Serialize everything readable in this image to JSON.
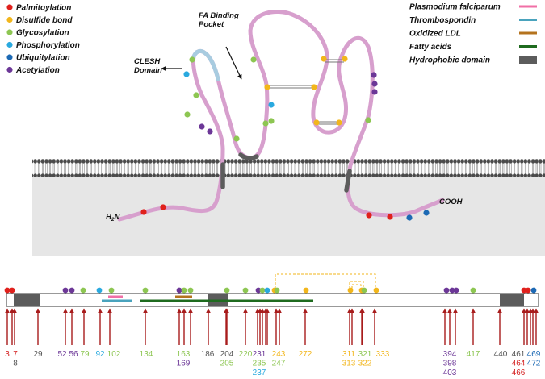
{
  "legend_ptm": [
    {
      "label": "Palmitoylation",
      "color": "#e0201c"
    },
    {
      "label": "Disulfide bond",
      "color": "#f2b61b"
    },
    {
      "label": "Glycosylation",
      "color": "#8dc652"
    },
    {
      "label": "Phosphorylation",
      "color": "#29a9df"
    },
    {
      "label": "Ubiquitylation",
      "color": "#1c69b4"
    },
    {
      "label": "Acetylation",
      "color": "#6c3797"
    }
  ],
  "legend_binding": [
    {
      "label": "Plasmodium falciparum",
      "color": "#f06fa6",
      "icon": "line"
    },
    {
      "label": "Thrombospondin",
      "color": "#4aa3bd",
      "icon": "line"
    },
    {
      "label": "Oxidized LDL",
      "color": "#b4731e",
      "icon": "line"
    },
    {
      "label": "Fatty acids",
      "color": "#1f6b1f",
      "icon": "line"
    },
    {
      "label": "Hydrophobic domain",
      "color": "#5c5c5c",
      "icon": "block"
    }
  ],
  "annotations": {
    "clesh_line1": "CLESH",
    "clesh_line2": "Domain",
    "fa_line1": "FA Binding",
    "fa_line2": "Pocket",
    "n_term": "H",
    "n_term_sub": "2",
    "n_term_end": "N",
    "c_term": "COOH"
  },
  "colors": {
    "protein_chain": "#d79fcd",
    "cytoplasm": "#e6e6e6",
    "membrane": "#3a3a3a",
    "arrow": "#a81c1c"
  },
  "positions": [
    {
      "label": "3",
      "color": "#d42020",
      "row": 0
    },
    {
      "label": "7",
      "color": "#d42020",
      "row": 0
    },
    {
      "label": "8",
      "color": "#555555",
      "row": 1
    },
    {
      "label": "29",
      "color": "#555555",
      "row": 0
    },
    {
      "label": "52",
      "color": "#6c3797",
      "row": 0
    },
    {
      "label": "56",
      "color": "#6c3797",
      "row": 0
    },
    {
      "label": "79",
      "color": "#8dc652",
      "row": 0
    },
    {
      "label": "92",
      "color": "#29a9df",
      "row": 0
    },
    {
      "label": "102",
      "color": "#8dc652",
      "row": 0
    },
    {
      "label": "134",
      "color": "#8dc652",
      "row": 0
    },
    {
      "label": "163",
      "color": "#8dc652",
      "row": 0
    },
    {
      "label": "169",
      "color": "#6c3797",
      "row": 1
    },
    {
      "label": "186",
      "color": "#555555",
      "row": 0
    },
    {
      "label": "204",
      "color": "#555555",
      "row": 0
    },
    {
      "label": "205",
      "color": "#8dc652",
      "row": 1
    },
    {
      "label": "220",
      "color": "#8dc652",
      "row": 0
    },
    {
      "label": "231",
      "color": "#6c3797",
      "row": 0
    },
    {
      "label": "235",
      "color": "#8dc652",
      "row": 1
    },
    {
      "label": "237",
      "color": "#29a9df",
      "row": 2
    },
    {
      "label": "243",
      "color": "#f2b61b",
      "row": 0
    },
    {
      "label": "247",
      "color": "#8dc652",
      "row": 1
    },
    {
      "label": "272",
      "color": "#f2b61b",
      "row": 0
    },
    {
      "label": "311",
      "color": "#f2b61b",
      "row": 0
    },
    {
      "label": "313",
      "color": "#f2b61b",
      "row": 1
    },
    {
      "label": "321",
      "color": "#8dc652",
      "row": 0
    },
    {
      "label": "322",
      "color": "#f2b61b",
      "row": 1
    },
    {
      "label": "333",
      "color": "#f2b61b",
      "row": 0
    },
    {
      "label": "394",
      "color": "#6c3797",
      "row": 0
    },
    {
      "label": "398",
      "color": "#6c3797",
      "row": 1
    },
    {
      "label": "403",
      "color": "#6c3797",
      "row": 2
    },
    {
      "label": "417",
      "color": "#8dc652",
      "row": 0
    },
    {
      "label": "440",
      "color": "#555555",
      "row": 0
    },
    {
      "label": "461",
      "color": "#555555",
      "row": 0
    },
    {
      "label": "464",
      "color": "#d42020",
      "row": 1
    },
    {
      "label": "466",
      "color": "#d42020",
      "row": 2
    },
    {
      "label": "469",
      "color": "#1c69b4",
      "row": 0
    },
    {
      "label": "472",
      "color": "#1c69b4",
      "row": 1
    }
  ]
}
